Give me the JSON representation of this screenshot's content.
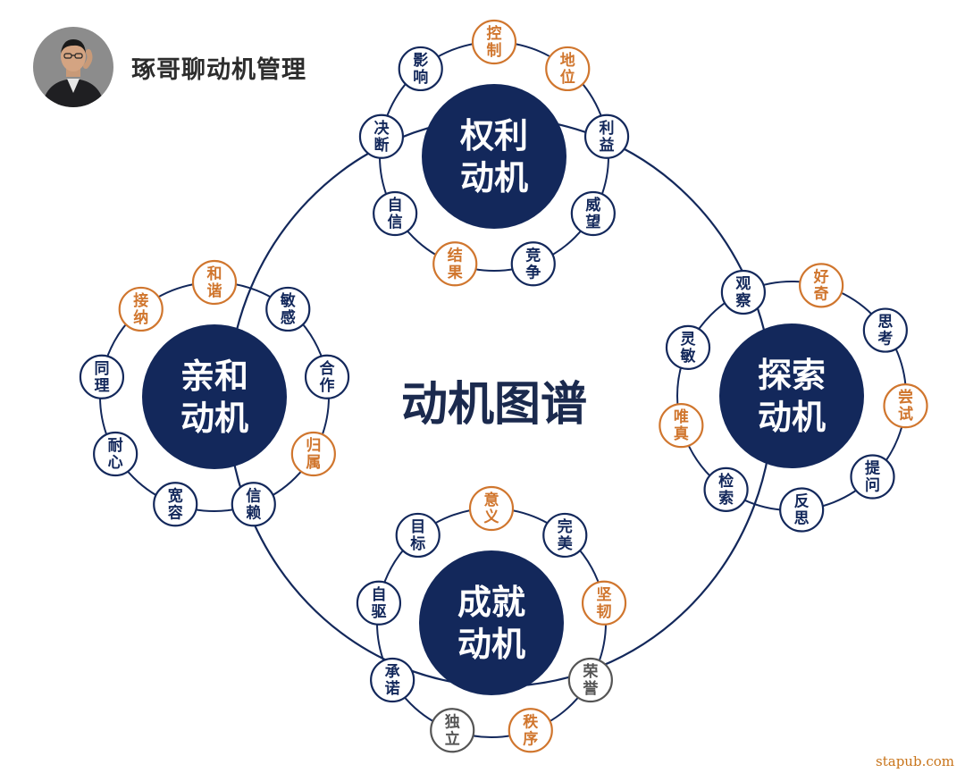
{
  "author": {
    "name": "琢哥聊动机管理"
  },
  "watermark": "stapub.com",
  "colors": {
    "navy": "#13285b",
    "orange": "#d0762e",
    "gray": "#555555",
    "text_dark": "#1b2a4e"
  },
  "diagram": {
    "title": "动机图谱",
    "hubs": [
      {
        "id": "power",
        "line1": "权利",
        "line2": "动机",
        "satellites": [
          {
            "l1": "控",
            "l2": "制",
            "tone": "orange"
          },
          {
            "l1": "地",
            "l2": "位",
            "tone": "orange"
          },
          {
            "l1": "利",
            "l2": "益",
            "tone": "navy"
          },
          {
            "l1": "威",
            "l2": "望",
            "tone": "navy"
          },
          {
            "l1": "竞",
            "l2": "争",
            "tone": "navy"
          },
          {
            "l1": "结",
            "l2": "果",
            "tone": "orange"
          },
          {
            "l1": "自",
            "l2": "信",
            "tone": "navy"
          },
          {
            "l1": "决",
            "l2": "断",
            "tone": "navy"
          },
          {
            "l1": "影",
            "l2": "响",
            "tone": "navy"
          }
        ]
      },
      {
        "id": "affiliation",
        "line1": "亲和",
        "line2": "动机",
        "satellites": [
          {
            "l1": "和",
            "l2": "谐",
            "tone": "orange"
          },
          {
            "l1": "敏",
            "l2": "感",
            "tone": "navy"
          },
          {
            "l1": "合",
            "l2": "作",
            "tone": "navy"
          },
          {
            "l1": "归",
            "l2": "属",
            "tone": "orange"
          },
          {
            "l1": "信",
            "l2": "赖",
            "tone": "navy"
          },
          {
            "l1": "宽",
            "l2": "容",
            "tone": "navy"
          },
          {
            "l1": "耐",
            "l2": "心",
            "tone": "navy"
          },
          {
            "l1": "同",
            "l2": "理",
            "tone": "navy"
          },
          {
            "l1": "接",
            "l2": "纳",
            "tone": "orange"
          }
        ]
      },
      {
        "id": "exploration",
        "line1": "探索",
        "line2": "动机",
        "satellites": [
          {
            "l1": "好",
            "l2": "奇",
            "tone": "orange"
          },
          {
            "l1": "思",
            "l2": "考",
            "tone": "navy"
          },
          {
            "l1": "尝",
            "l2": "试",
            "tone": "orange"
          },
          {
            "l1": "提",
            "l2": "问",
            "tone": "navy"
          },
          {
            "l1": "反",
            "l2": "思",
            "tone": "navy"
          },
          {
            "l1": "检",
            "l2": "索",
            "tone": "navy"
          },
          {
            "l1": "唯",
            "l2": "真",
            "tone": "orange"
          },
          {
            "l1": "灵",
            "l2": "敏",
            "tone": "navy"
          },
          {
            "l1": "观",
            "l2": "察",
            "tone": "navy"
          }
        ]
      },
      {
        "id": "achievement",
        "line1": "成就",
        "line2": "动机",
        "satellites": [
          {
            "l1": "意",
            "l2": "义",
            "tone": "orange"
          },
          {
            "l1": "完",
            "l2": "美",
            "tone": "navy"
          },
          {
            "l1": "坚",
            "l2": "韧",
            "tone": "orange"
          },
          {
            "l1": "荣",
            "l2": "誉",
            "tone": "gray"
          },
          {
            "l1": "秩",
            "l2": "序",
            "tone": "orange"
          },
          {
            "l1": "独",
            "l2": "立",
            "tone": "gray"
          },
          {
            "l1": "承",
            "l2": "诺",
            "tone": "navy"
          },
          {
            "l1": "自",
            "l2": "驱",
            "tone": "navy"
          },
          {
            "l1": "目",
            "l2": "标",
            "tone": "navy"
          }
        ]
      }
    ]
  }
}
